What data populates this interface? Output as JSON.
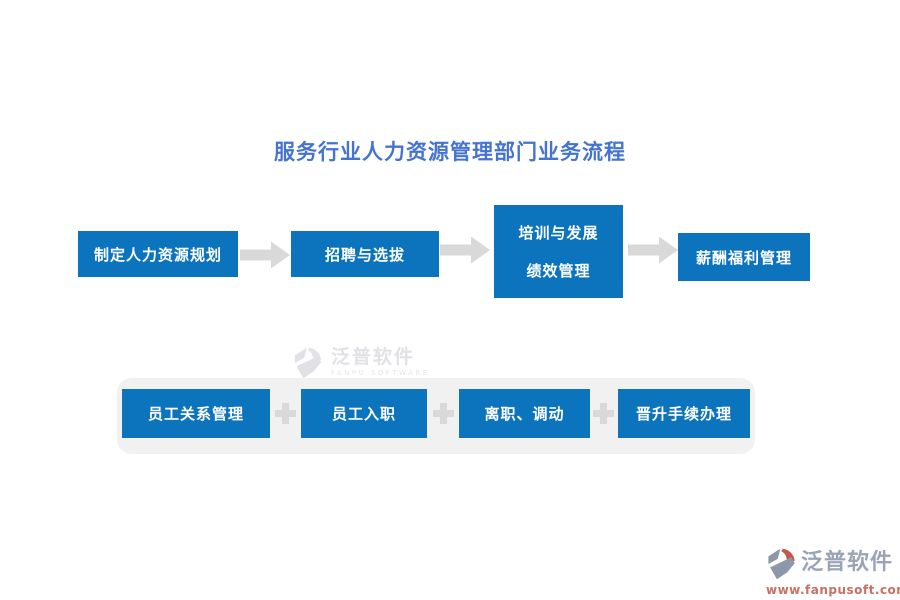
{
  "title": {
    "text": "服务行业人力资源管理部门业务流程"
  },
  "flow": {
    "boxes": [
      {
        "label": "制定人力资源规划"
      },
      {
        "label": "招聘与选拔"
      },
      {
        "line1": "培训与发展",
        "line2": "绩效管理"
      },
      {
        "label": "薪酬福利管理"
      }
    ]
  },
  "bottom_group": {
    "items": [
      "员工关系管理",
      "员工入职",
      "离职、调动",
      "晋升手续办理"
    ]
  },
  "watermark": {
    "name": "泛普软件",
    "subtitle": "FANPU SOFTWARE"
  },
  "footer_logo": {
    "name": "泛普软件",
    "url": "www.fanpusoft.com"
  },
  "colors": {
    "box_blue": "#0c73bd",
    "title_blue": "#4573d2",
    "arrow_gray": "#d9d9d9",
    "container_gray": "#f1f1f2",
    "plus_gray": "#d9d9d9",
    "brand_slate": "#9aa4b6",
    "brand_red": "#c4584c",
    "url_red": "#ca6f62",
    "watermark_gray": "#e1e1e6"
  }
}
